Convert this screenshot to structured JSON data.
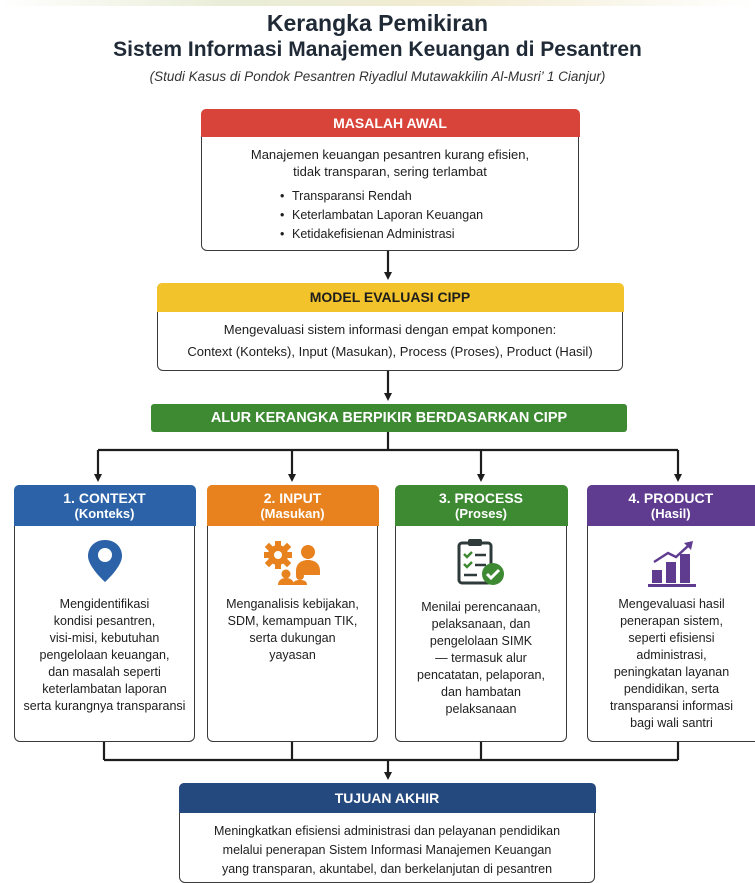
{
  "header": {
    "title_line1": "Kerangka Pemikiran",
    "title_line2": "Sistem Informasi Manajemen Keuangan di Pesantren",
    "subtitle": "(Studi Kasus di Pondok Pesantren Riyadlul Mutawakkilin Al-Musri’ 1 Cianjur)"
  },
  "masalah": {
    "title": "MASALAH AWAL",
    "desc_line1": "Manajemen keuangan pesantren kurang efisien,",
    "desc_line2": "tidak transparan, sering terlambat",
    "bullets": [
      "Transparansi Rendah",
      "Keterlambatan Laporan Keuangan",
      "Ketidakefisienan Administrasi"
    ]
  },
  "cipp": {
    "title": "MODEL EVALUASI CIPP",
    "line1": "Mengevaluasi sistem informasi dengan empat komponen:",
    "line2": "Context (Konteks), Input (Masukan), Process (Proses), Product (Hasil)"
  },
  "alur": {
    "title": "ALUR KERANGKA BERPIKIR BERDASARKAN CIPP"
  },
  "components": [
    {
      "title": "1. CONTEXT",
      "subtitle": "(Konteks)",
      "icon": "location-pin-icon",
      "color": "#2c63a8",
      "lines": [
        "Mengidentifikasi",
        "kondisi pesantren,",
        "visi-misi, kebutuhan",
        "pengelolaan keuangan,",
        "dan masalah seperti",
        "keterlambatan laporan",
        "serta kurangnya transparansi"
      ]
    },
    {
      "title": "2. INPUT",
      "subtitle": "(Masukan)",
      "icon": "gear-people-icon",
      "color": "#e8821f",
      "lines": [
        "Menganalisis kebijakan,",
        "SDM, kemampuan TIK,",
        "serta dukungan",
        "yayasan"
      ]
    },
    {
      "title": "3. PROCESS",
      "subtitle": "(Proses)",
      "icon": "checklist-icon",
      "color": "#3e8a33",
      "lines": [
        "Menilai perencanaan,",
        "pelaksanaan, dan",
        "pengelolaan SIMK",
        "— termasuk alur",
        "pencatatan, pelaporan,",
        "dan hambatan",
        "pelaksanaan"
      ]
    },
    {
      "title": "4. PRODUCT",
      "subtitle": "(Hasil)",
      "icon": "bar-chart-growth-icon",
      "color": "#5f3c8f",
      "lines": [
        "Mengevaluasi hasil",
        "penerapan sistem,",
        "seperti efisiensi",
        "administrasi,",
        "peningkatan layanan",
        "pendidikan, serta",
        "transparansi informasi",
        "bagi wali santri"
      ]
    }
  ],
  "tujuan": {
    "title": "TUJUAN AKHIR",
    "line1": "Meningkatkan efisiensi administrasi dan pelayanan pendidikan",
    "line2": "melalui penerapan Sistem Informasi Manajemen Keuangan",
    "line3": "yang transparan, akuntabel, dan berkelanjutan di pesantren"
  },
  "colors": {
    "red": "#d9443a",
    "yellow": "#f2c32b",
    "green": "#3e8a33",
    "blue": "#2c63a8",
    "orange": "#e8821f",
    "purple": "#5f3c8f",
    "navy": "#24497f"
  }
}
